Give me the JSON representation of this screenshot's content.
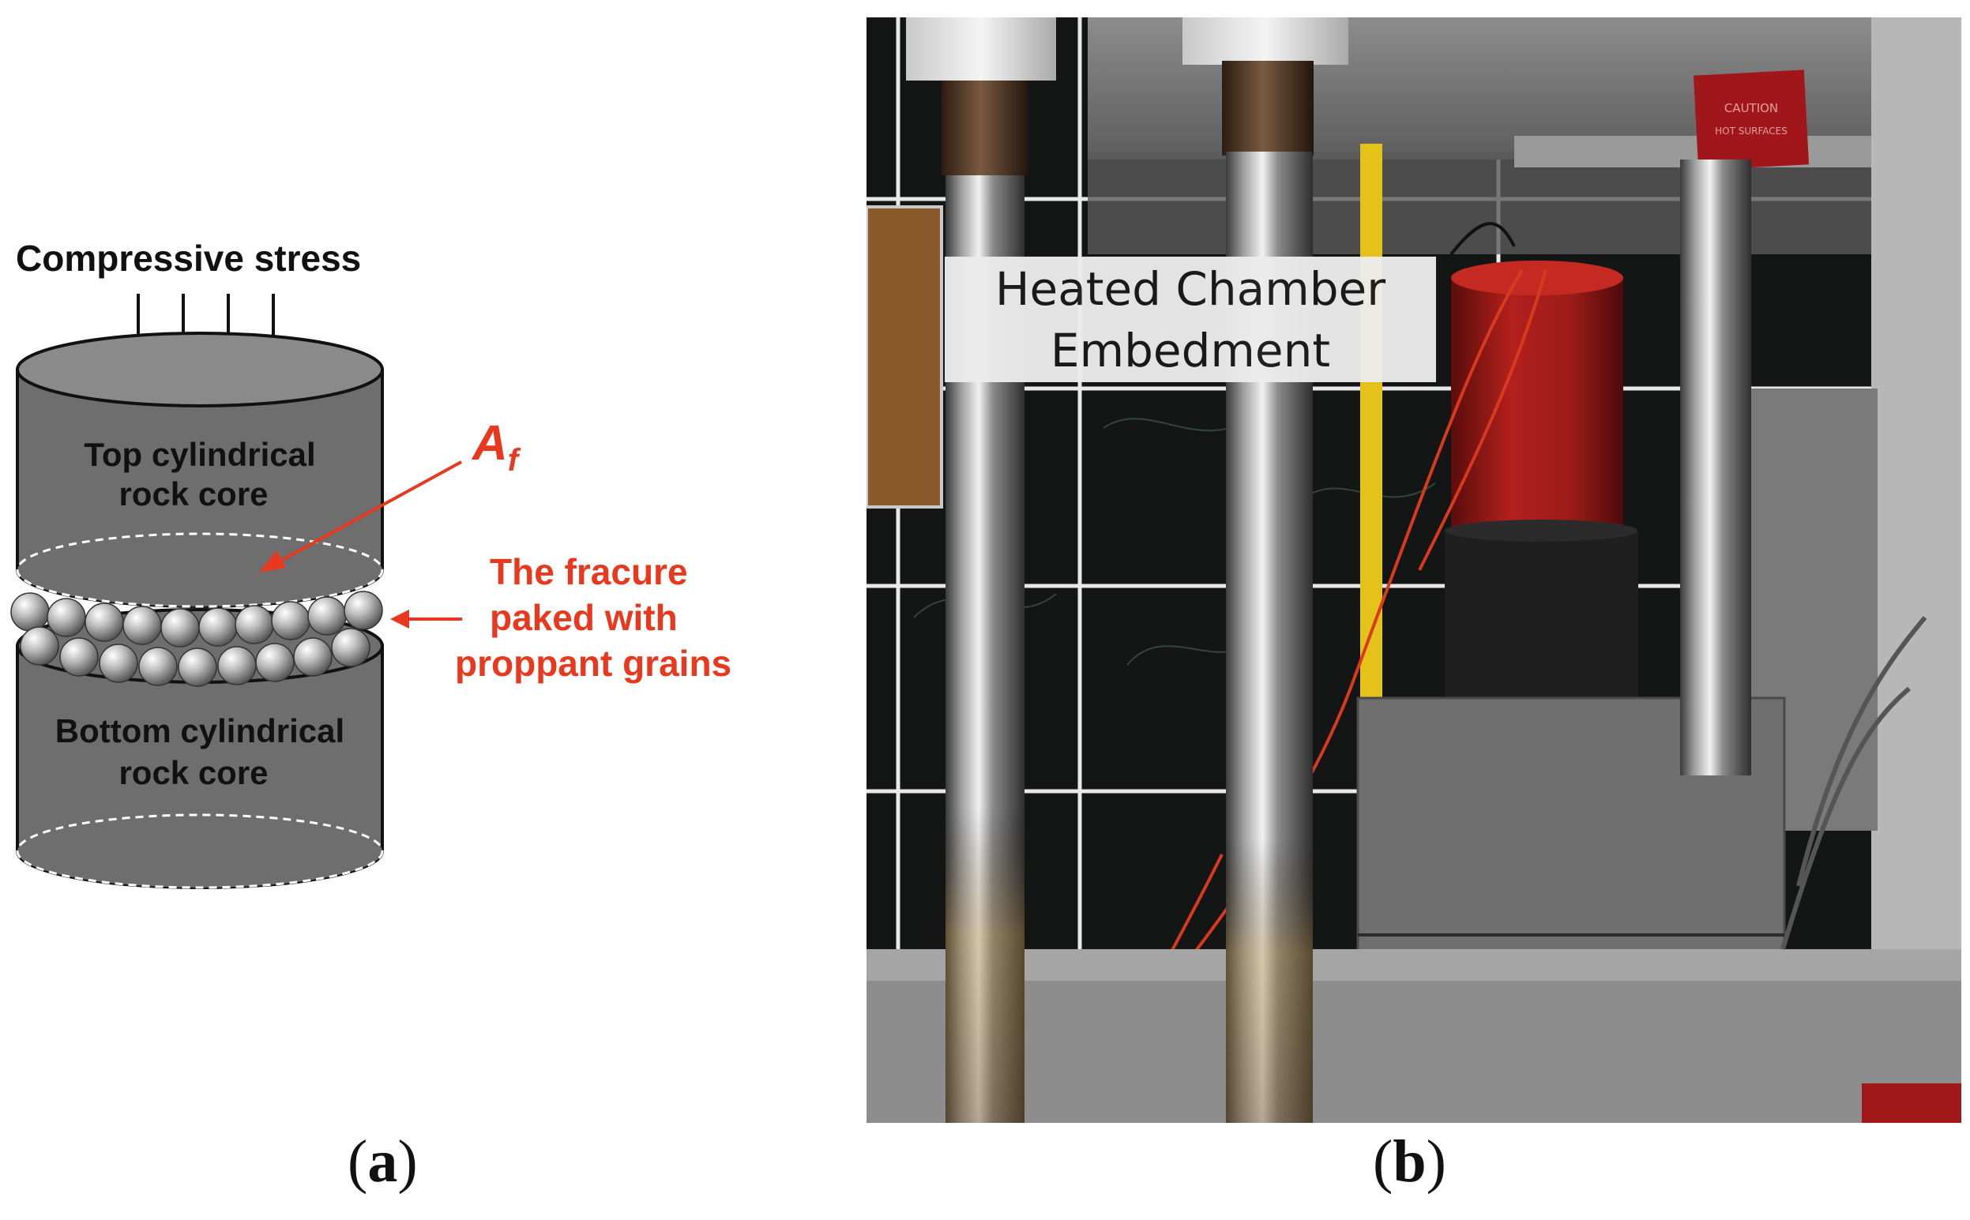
{
  "panel_a": {
    "stress_label": "Compressive stress",
    "top_core_line1": "Top cylindrical",
    "top_core_line2": "rock core",
    "bottom_core_line1": "Bottom cylindrical",
    "bottom_core_line2": "rock core",
    "area_label_main": "A",
    "area_label_sub": "f",
    "fracture_line1": "The fracure",
    "fracture_line2": "paked with",
    "fracture_line3": "proppant grains",
    "caption_open": "(",
    "caption_letter": "a",
    "caption_close": ")"
  },
  "panel_b": {
    "label_line1": "Heated Chamber",
    "label_line2": "Embedment",
    "caution_line1": "CAUTION",
    "caution_line2": "HOT SURFACES",
    "caption_open": "(",
    "caption_letter": "b",
    "caption_close": ")"
  },
  "colors": {
    "accent_red": "#e8391e",
    "cylinder_fill": "#6e6e6e",
    "cylinder_top": "#8a8a8a"
  }
}
